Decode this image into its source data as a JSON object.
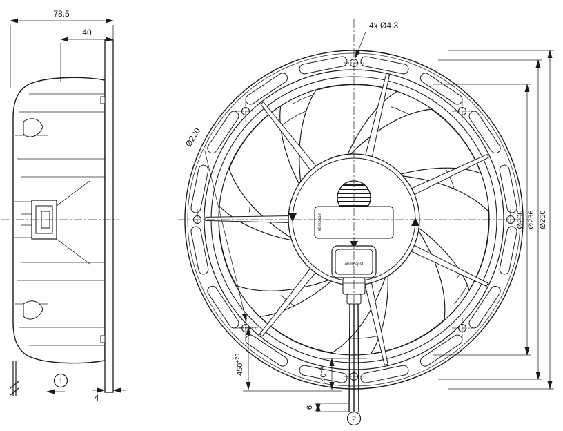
{
  "drawing": {
    "side_view": {
      "dim_depth": "78.5",
      "dim_offset": "40",
      "dim_thickness": "4",
      "marker": "1"
    },
    "front_view": {
      "dim_holes": "4x Ø4.3",
      "dim_bolt_circle": "Ø220",
      "dim_bore": "Ø200",
      "dim_mid": "Ø236",
      "dim_outer": "Ø250",
      "dim_lead": "450",
      "dim_lead_tol": "+20",
      "dim_strip": "40",
      "dim_strip_tol": "+5",
      "dim_end": "6",
      "marker": "2",
      "brand_hub": "ebmpapst",
      "brand_connector": "ebmpapst"
    },
    "colors": {
      "line": "#1a1a1a",
      "background": "#ffffff"
    }
  }
}
